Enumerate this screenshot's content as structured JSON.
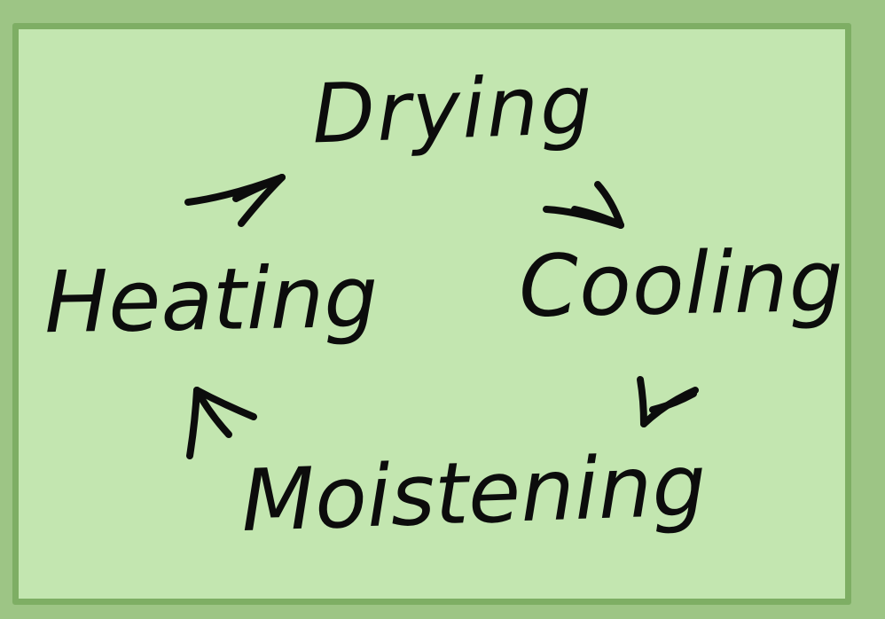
{
  "diagram": {
    "stages": {
      "drying": "Drying",
      "cooling": "Cooling",
      "moistening": "Moistening",
      "heating": "Heating"
    },
    "colors": {
      "background": "#9dc585",
      "board": "#c3e6b0",
      "border": "#7eae64",
      "ink": "#0c0c0c"
    }
  }
}
